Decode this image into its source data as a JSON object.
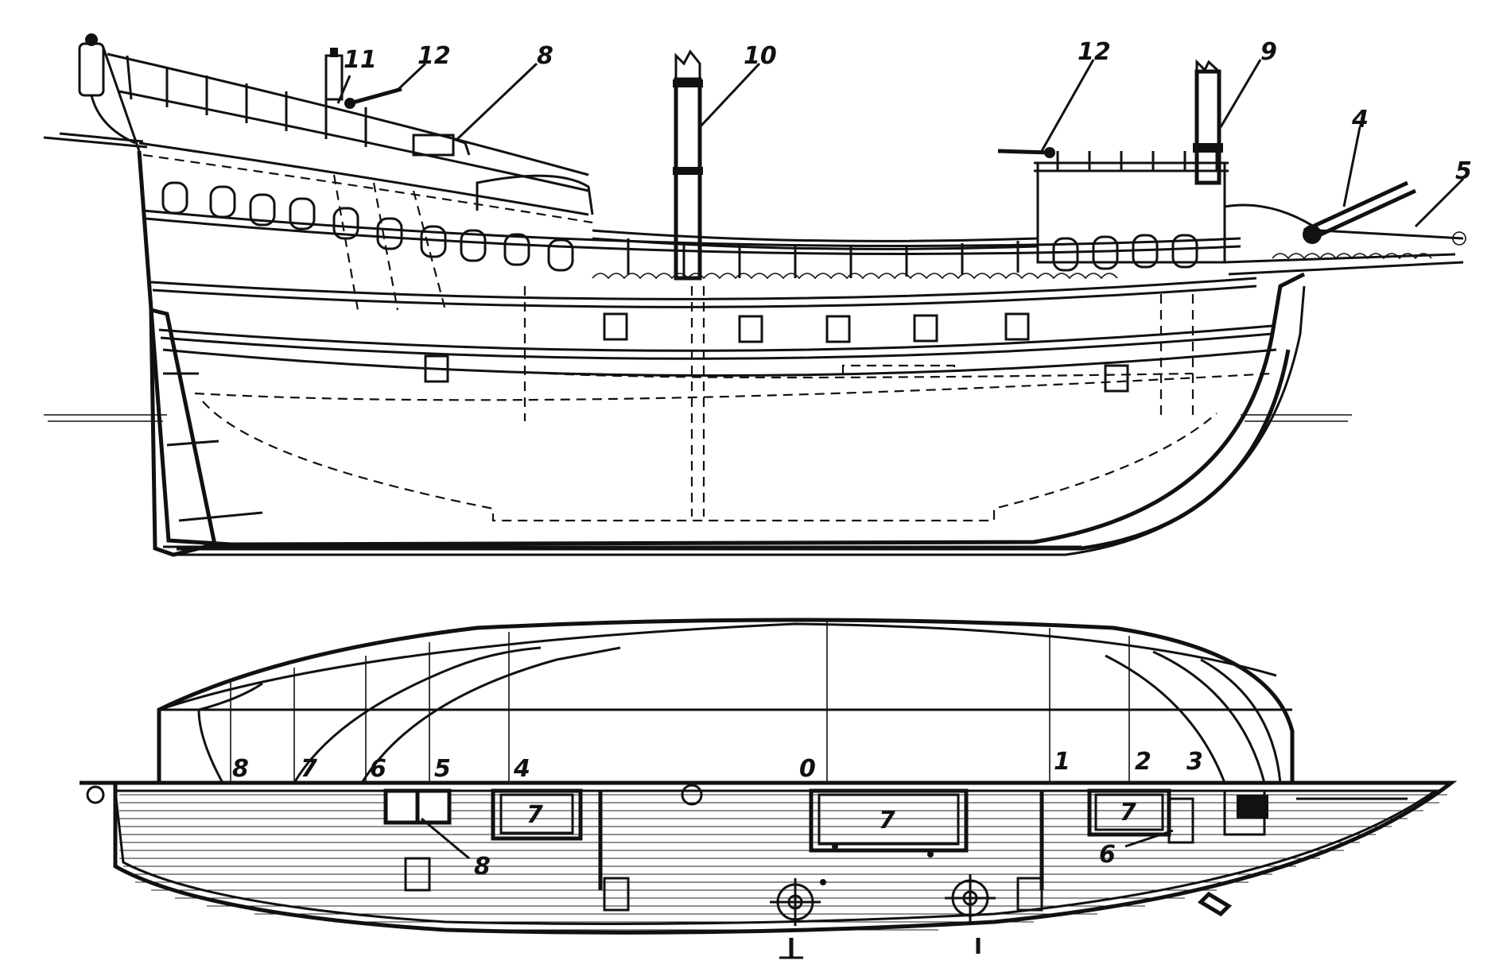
{
  "colors": {
    "ink": "#111111",
    "paper": "#ffffff"
  },
  "profile_callouts": {
    "c11": "11",
    "c12a": "12",
    "c8": "8",
    "c10": "10",
    "c12b": "12",
    "c9": "9",
    "c4": "4",
    "c5": "5"
  },
  "frame_stations": {
    "s8": "8",
    "s7": "7",
    "s6": "6",
    "s5": "5",
    "s4": "4",
    "s0": "0",
    "s1": "1",
    "s2": "2",
    "s3": "3"
  },
  "plan_callouts": {
    "hatch_left": "7",
    "hatch_mid": "7",
    "hatch_right": "7",
    "c8": "8",
    "c6": "6"
  }
}
